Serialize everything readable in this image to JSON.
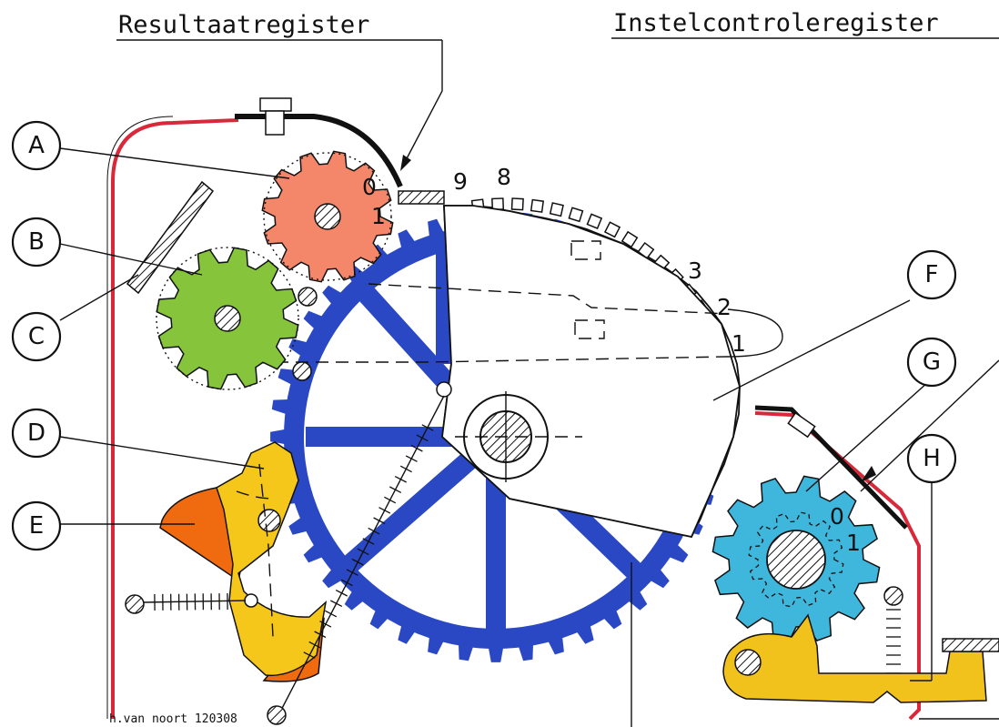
{
  "titles": {
    "left": "Resultaatregister",
    "right": "Instelcontroleregister"
  },
  "callouts": [
    "A",
    "B",
    "C",
    "D",
    "E",
    "F",
    "G",
    "H"
  ],
  "digits": {
    "top_nine": "9",
    "top_eight": "8",
    "side_three": "3",
    "side_two": "2",
    "side_one": "1",
    "gear_a_zero": "0",
    "gear_a_one": "1",
    "gear_g_zero": "0",
    "gear_g_one": "1"
  },
  "signature": "h.van noort 120308",
  "colors": {
    "gear_a": "#f4876a",
    "gear_b": "#86c43c",
    "gear_g": "#3fb7dc",
    "big_wheel": "#2a48c4",
    "lever_d": "#f5c71a",
    "lever_e": "#f06a10",
    "lever_h": "#f2c21c",
    "frame": "#d8283a"
  }
}
